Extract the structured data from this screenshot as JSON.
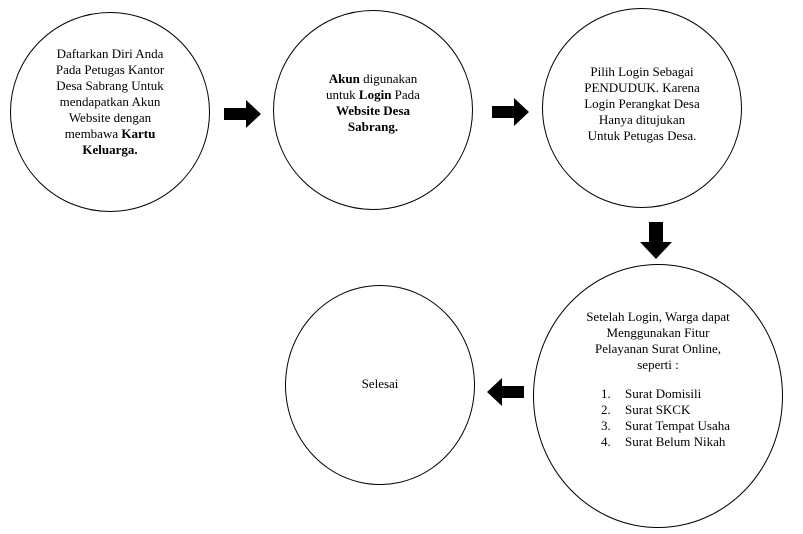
{
  "steps": {
    "step1": {
      "line1": "Daftarkan Diri Anda",
      "line2": "Pada Petugas Kantor",
      "line3": "Desa Sabrang Untuk",
      "line4": "mendapatkan Akun",
      "line5": "Website dengan",
      "line6_pre": "membawa ",
      "line6_bold": "Kartu",
      "line7_bold": "Keluarga."
    },
    "step2": {
      "line1_bold": "Akun",
      "line1_rest": " digunakan",
      "line2_pre": "untuk ",
      "line2_bold": "Login",
      "line2_rest": " Pada",
      "line3_bold": "Website Desa",
      "line4_bold": "Sabrang."
    },
    "step3": {
      "line1": "Pilih Login Sebagai",
      "line2": "PENDUDUK. Karena",
      "line3": "Login Perangkat Desa",
      "line4": "Hanya ditujukan",
      "line5": "Untuk Petugas Desa."
    },
    "step4": {
      "line1": "Setelah Login, Warga dapat",
      "line2": "Menggunakan Fitur",
      "line3": "Pelayanan Surat Online,",
      "line4": "seperti :",
      "items": [
        {
          "num": "1.",
          "label": "Surat Domisili"
        },
        {
          "num": "2.",
          "label": "Surat SKCK"
        },
        {
          "num": "3.",
          "label": "Surat Tempat Usaha"
        },
        {
          "num": "4.",
          "label": "Surat Belum Nikah"
        }
      ]
    },
    "step5": {
      "line1": "Selesai"
    }
  },
  "colors": {
    "stroke": "#000000",
    "background": "#ffffff"
  },
  "icons": [
    "arrow-right-icon",
    "arrow-down-icon",
    "arrow-left-icon"
  ]
}
